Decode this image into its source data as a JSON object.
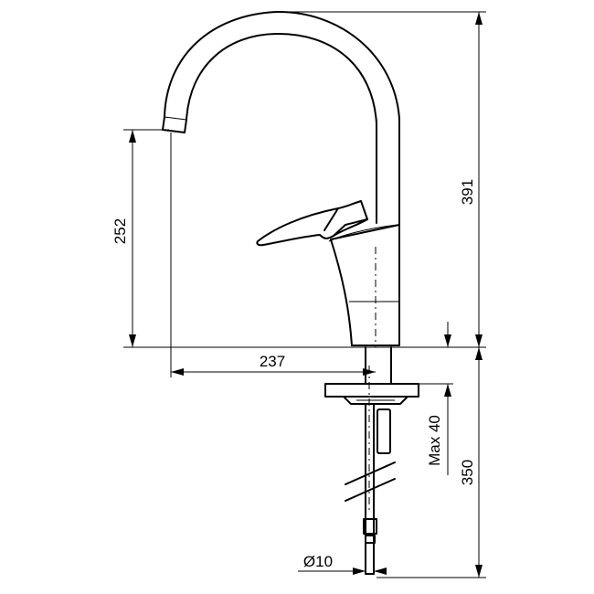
{
  "dimensions": {
    "total_height": "391",
    "spout_height": "252",
    "spout_reach": "237",
    "max_counter_thickness": "Max 40",
    "hose_length": "350",
    "hose_diameter": "Ø10"
  }
}
